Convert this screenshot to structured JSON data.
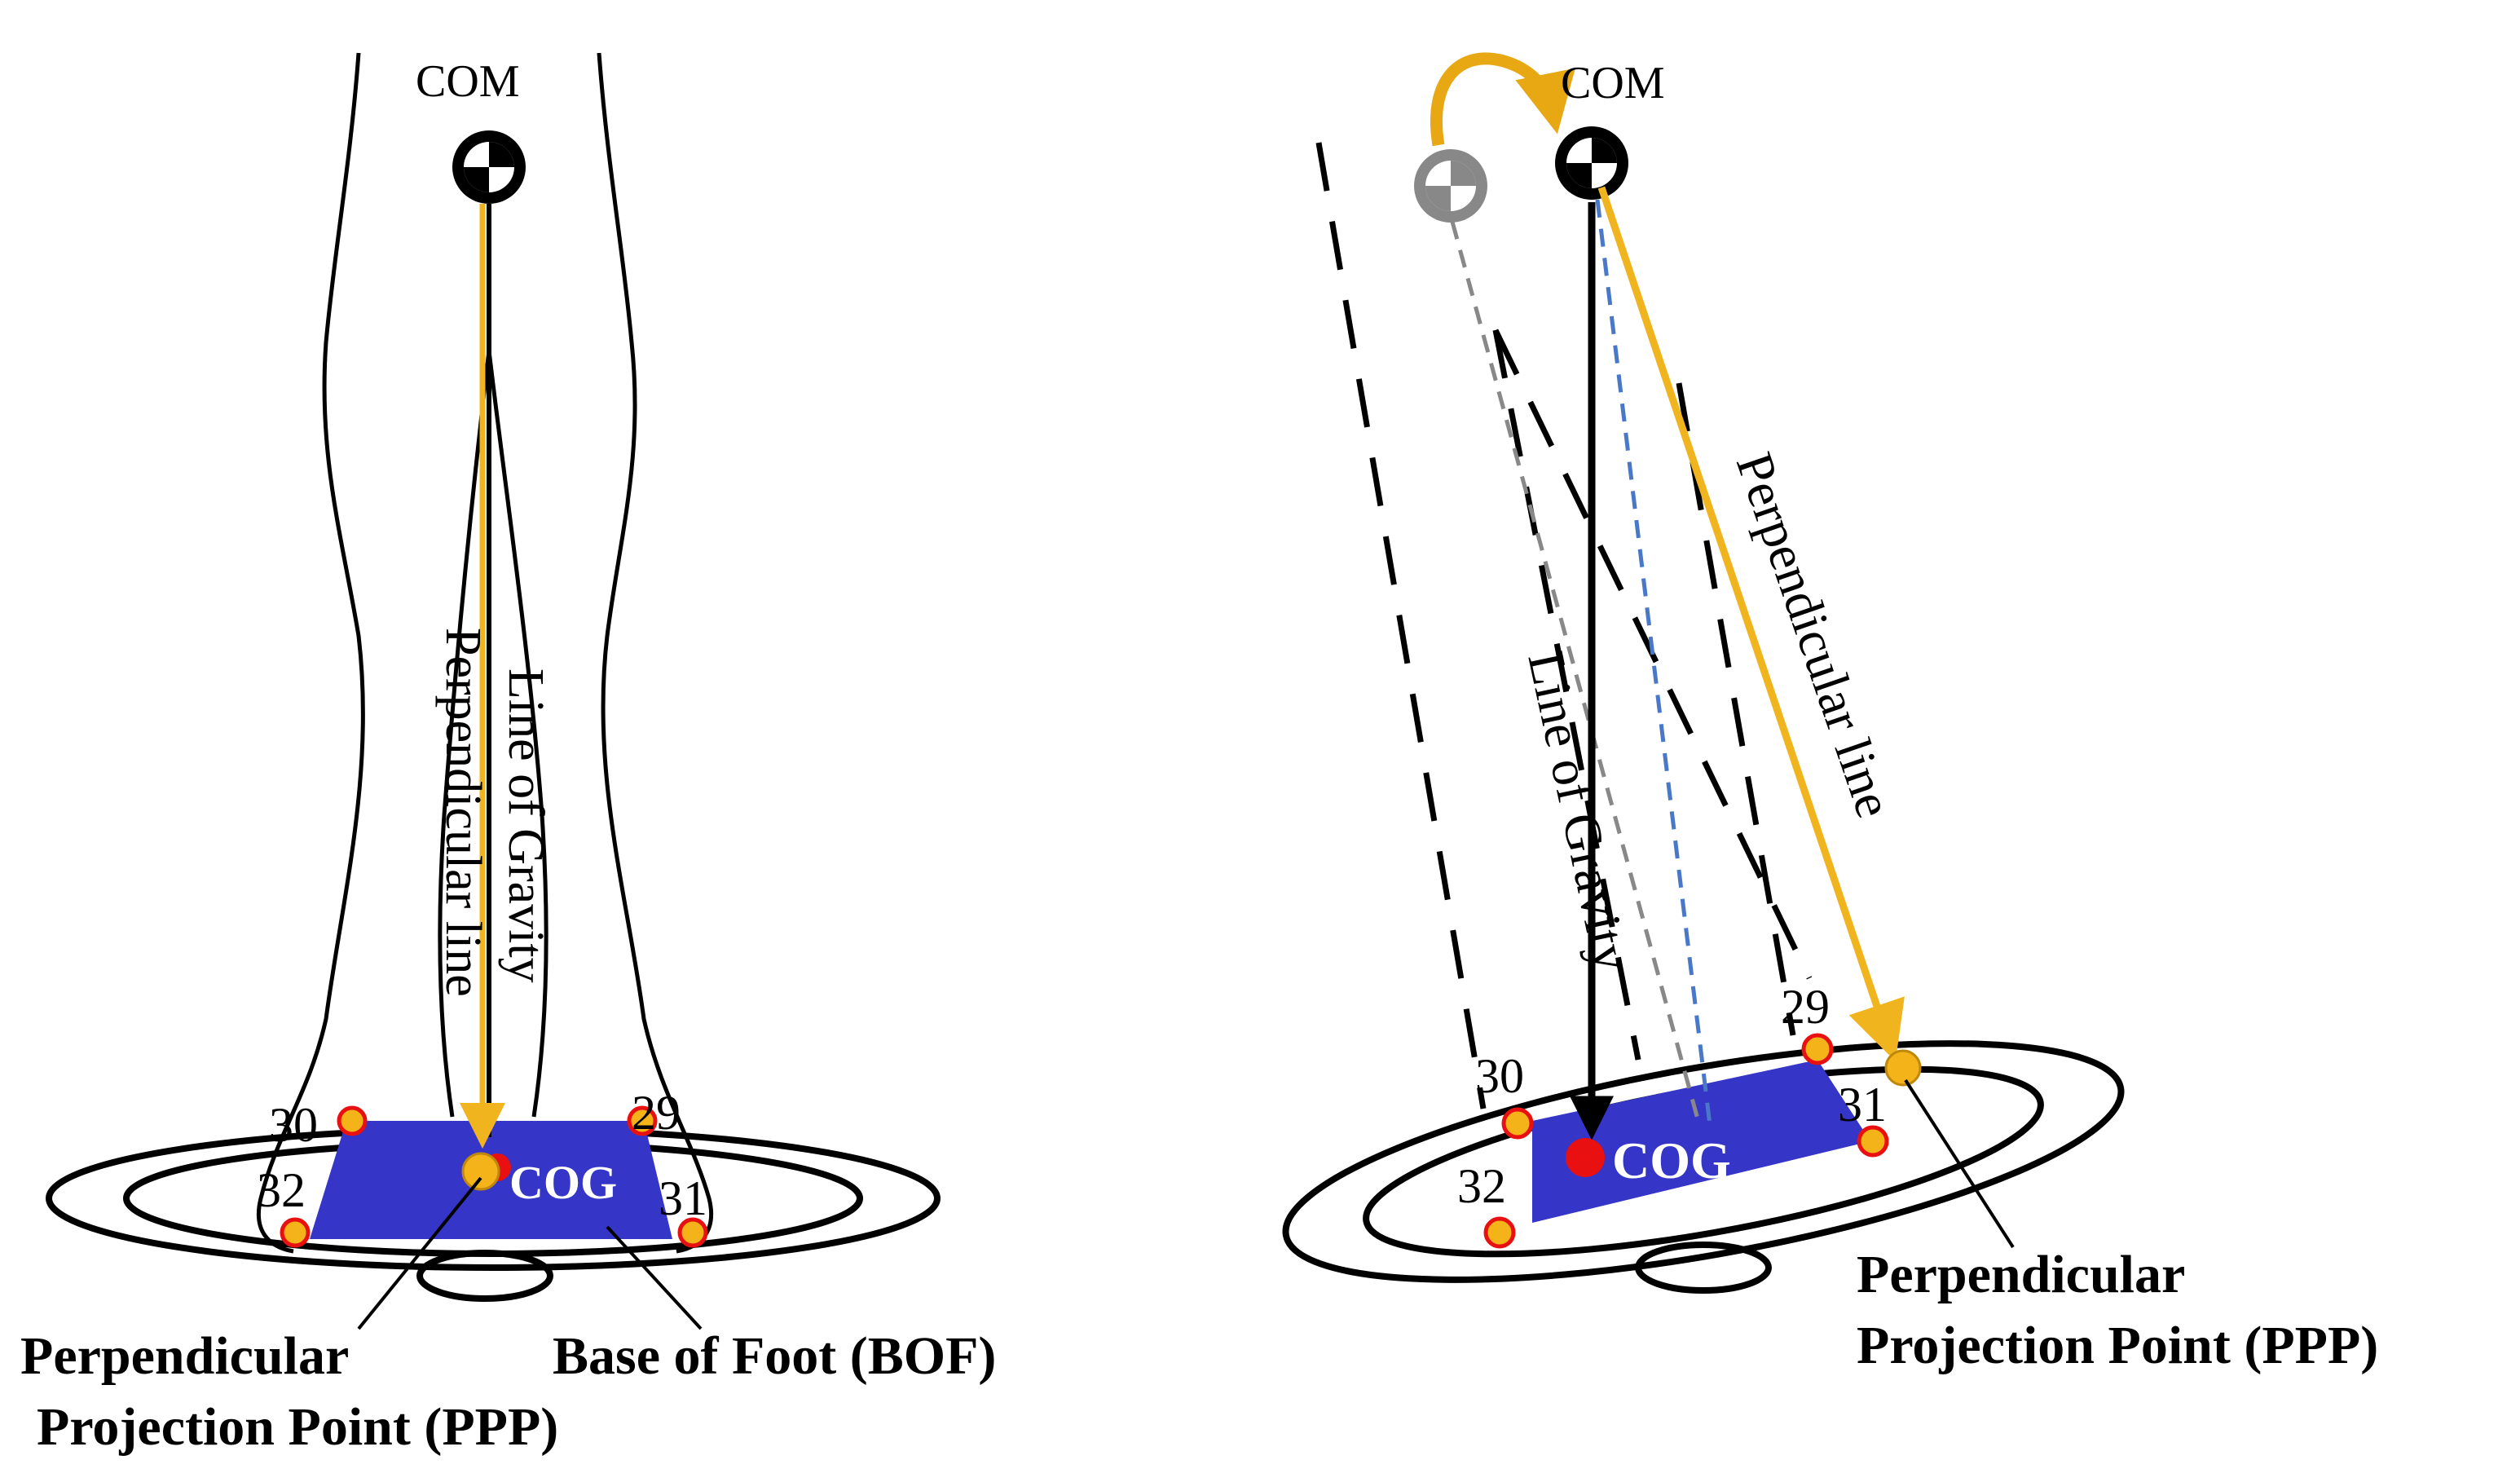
{
  "left_panel": {
    "com_label": "COM",
    "line_of_gravity_label": "Line of Gravity",
    "perpendicular_line_label": "Perpendicular line",
    "cog_label": "COG",
    "markers": [
      "30",
      "29",
      "32",
      "31"
    ],
    "ppp_label_line1": "Perpendicular",
    "ppp_label_line2": "Projection Point (PPP)",
    "bof_label": "Base of Foot (BOF)"
  },
  "right_panel": {
    "com_label": "COM",
    "line_of_gravity_label": "Line of Gravity",
    "perpendicular_line_label": "Perpendicular line",
    "cog_label": "COG",
    "markers": [
      "29",
      "30",
      "31",
      "32"
    ],
    "ppp_label_line1": "Perpendicular",
    "ppp_label_line2": "Projection Point (PPP)"
  },
  "colors": {
    "base_of_foot": "#3535c8",
    "perpendicular_line": "#f0b41e",
    "cog_point": "#e81010",
    "marker_fill": "#f5b31a",
    "marker_stroke": "#e81010",
    "dashed_blue": "#4a78c8",
    "dashed_gray": "#888888",
    "rotation_arrow": "#e8a814"
  }
}
